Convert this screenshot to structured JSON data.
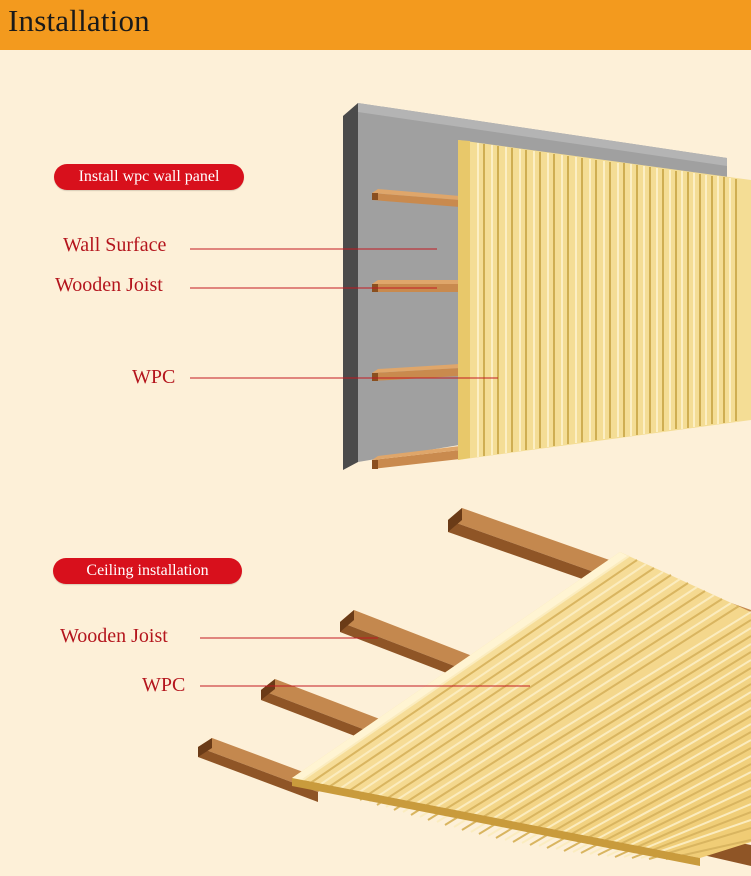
{
  "header": {
    "title": "Installation"
  },
  "wall_section": {
    "badge": "Install wpc wall panel",
    "callouts": {
      "wall_surface": "Wall Surface",
      "wooden_joist": "Wooden Joist",
      "wpc": "WPC"
    }
  },
  "ceiling_section": {
    "badge": "Ceiling installation",
    "callouts": {
      "wooden_joist": "Wooden Joist",
      "wpc": "WPC"
    }
  },
  "colors": {
    "header_bg": "#f39a1e",
    "page_bg": "#fdf0d8",
    "badge_bg": "#d8101c",
    "callout_text": "#b4151d",
    "wall_gray": "#9e9e9e",
    "joist_brown": "#b2743d",
    "wpc_yellow": "#f3d88c"
  }
}
